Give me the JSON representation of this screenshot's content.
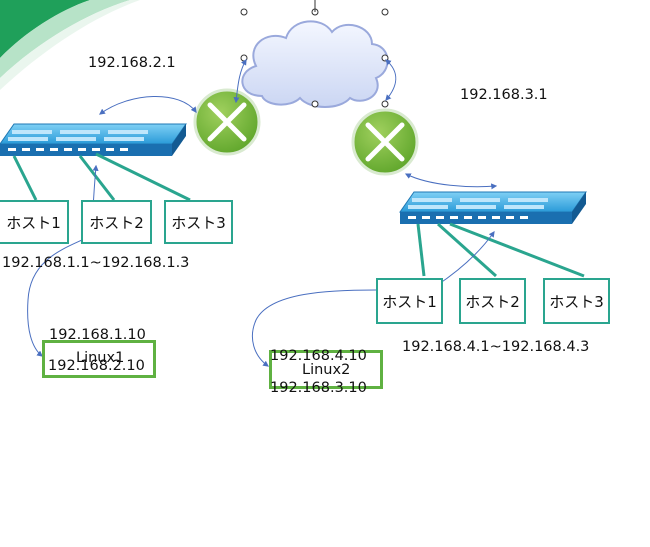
{
  "labels": {
    "router1_ip": "192.168.2.1",
    "router2_ip": "192.168.3.1",
    "net1_range": "192.168.1.1~192.168.1.3",
    "net4_range": "192.168.4.1~192.168.4.3"
  },
  "left_hosts": [
    "ホスト1",
    "ホスト2",
    "ホスト3"
  ],
  "right_hosts": [
    "ホスト1",
    "ホスト2",
    "ホスト3"
  ],
  "linux1": {
    "name": "Linux1",
    "ip_top": "192.168.1.10",
    "ip_bottom": "192.168.2.10"
  },
  "linux2": {
    "name": "Linux2",
    "ip_top": "192.168.4.10",
    "ip_bottom": "192.168.3.10"
  },
  "colors": {
    "host_border": "#2aa58f",
    "linux_border": "#5fb141",
    "router_fill": "#74b83b",
    "switch_top": "#3aa7df",
    "cloud_fill": "#dde5f9",
    "arrow": "#4a6fc0"
  },
  "icons": [
    "cloud-icon",
    "router-icon",
    "switch-icon",
    "selection-handle-icon"
  ]
}
